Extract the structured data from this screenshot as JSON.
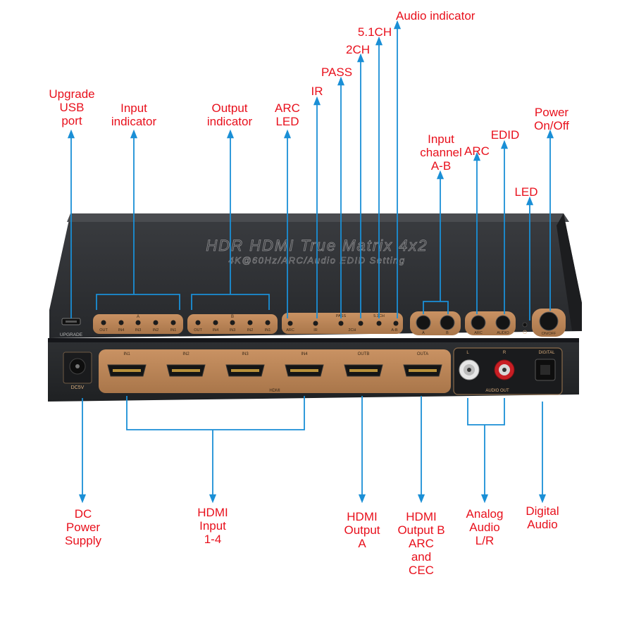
{
  "colors": {
    "callout_text": "#e8101c",
    "leader_line": "#1a8fd6",
    "device_body": "#2b2d30",
    "panel_gold": "#b8824f",
    "print_text": "#d9ad7c"
  },
  "device": {
    "title": "HDR HDMI True Matrix 4x2",
    "subtitle": "4K@60Hz/ARC/Audio EDID Setting",
    "front": {
      "upgrade": "UPGRADE",
      "group_a": "A",
      "group_b": "B",
      "port_labels": [
        "OUT",
        "IN4",
        "IN3",
        "IN2",
        "IN1"
      ],
      "pass": "PASS",
      "ch51": "5.1CH",
      "arc": "ARC",
      "ir": "IR",
      "ch2": "2CH",
      "ab": "A-B",
      "sw_a": "A",
      "sw_b": "B",
      "sw_arc": "ARC",
      "sw_audio": "AUDIO",
      "on_off": "ON/OFF"
    },
    "rear": {
      "dc5v": "DC5V",
      "hdmi_labels": [
        "IN1",
        "IN2",
        "IN3",
        "IN4",
        "OUTB",
        "OUTA"
      ],
      "hdmi": "HDMI",
      "l": "L",
      "r": "R",
      "digital": "DIGITAL",
      "audio_out": "AUDIO OUT"
    }
  },
  "callouts": {
    "upgrade_usb": [
      "Upgrade",
      "USB",
      "port"
    ],
    "input_indicator": [
      "Input",
      "indicator"
    ],
    "output_indicator": [
      "Output",
      "indicator"
    ],
    "arc_led": [
      "ARC",
      "LED"
    ],
    "ir": "IR",
    "pass": "PASS",
    "ch2": "2CH",
    "ch51": "5.1CH",
    "audio_indicator": "Audio indicator",
    "input_channel": [
      "Input",
      "channel",
      "A-B"
    ],
    "arc": "ARC",
    "edid": "EDID",
    "led": "LED",
    "power": [
      "Power",
      "On/Off"
    ],
    "dc_power": [
      "DC",
      "Power",
      "Supply"
    ],
    "hdmi_input": [
      "HDMI",
      "Input",
      "1-4"
    ],
    "hdmi_output_a": [
      "HDMI",
      "Output",
      "A"
    ],
    "hdmi_output_b": [
      "HDMI",
      "Output B",
      "ARC",
      "and",
      "CEC"
    ],
    "analog_audio": [
      "Analog",
      "Audio",
      "L/R"
    ],
    "digital_audio": [
      "Digital",
      "Audio"
    ]
  }
}
